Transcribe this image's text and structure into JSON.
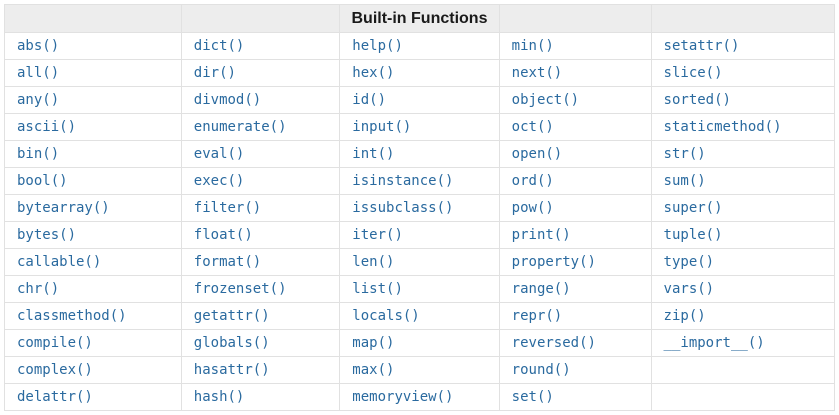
{
  "table": {
    "title": "Built-in Functions",
    "num_columns": 5,
    "num_body_rows": 14,
    "rows": [
      [
        "abs()",
        "dict()",
        "help()",
        "min()",
        "setattr()"
      ],
      [
        "all()",
        "dir()",
        "hex()",
        "next()",
        "slice()"
      ],
      [
        "any()",
        "divmod()",
        "id()",
        "object()",
        "sorted()"
      ],
      [
        "ascii()",
        "enumerate()",
        "input()",
        "oct()",
        "staticmethod()"
      ],
      [
        "bin()",
        "eval()",
        "int()",
        "open()",
        "str()"
      ],
      [
        "bool()",
        "exec()",
        "isinstance()",
        "ord()",
        "sum()"
      ],
      [
        "bytearray()",
        "filter()",
        "issubclass()",
        "pow()",
        "super()"
      ],
      [
        "bytes()",
        "float()",
        "iter()",
        "print()",
        "tuple()"
      ],
      [
        "callable()",
        "format()",
        "len()",
        "property()",
        "type()"
      ],
      [
        "chr()",
        "frozenset()",
        "list()",
        "range()",
        "vars()"
      ],
      [
        "classmethod()",
        "getattr()",
        "locals()",
        "repr()",
        "zip()"
      ],
      [
        "compile()",
        "globals()",
        "map()",
        "reversed()",
        "__import__()"
      ],
      [
        "complex()",
        "hasattr()",
        "max()",
        "round()",
        ""
      ],
      [
        "delattr()",
        "hash()",
        "memoryview()",
        "set()",
        ""
      ]
    ]
  },
  "colors": {
    "function_link": "#2a6a9f",
    "header_background": "#ededed",
    "header_text": "#1a1a1a",
    "border": "#e1e1e1",
    "cell_background": "#ffffff"
  }
}
